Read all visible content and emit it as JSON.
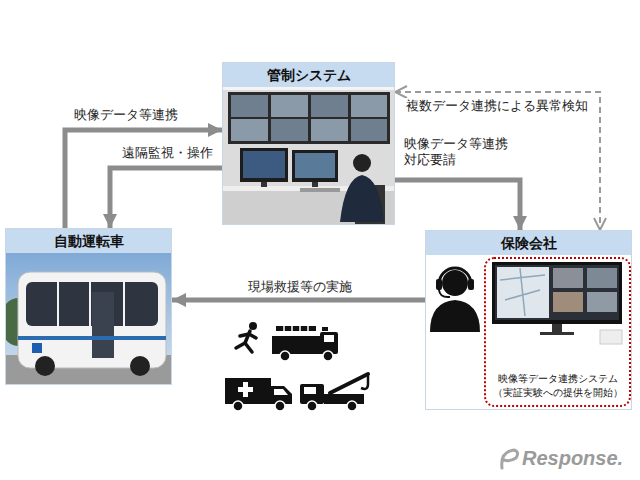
{
  "diagram": {
    "nodes": [
      {
        "text": [
          "管制システム"
        ]
      },
      {
        "text": [
          "自動運転車"
        ]
      },
      {
        "text": [
          "保険会社"
        ]
      },
      {
        "text": [
          "映像等データ連携システム （実証実験への提供を開始）"
        ],
        "in": 2
      }
    ],
    "edges": [
      {
        "from": 1,
        "to": 0,
        "label": "映像データ等連携",
        "arrow": "to"
      },
      {
        "from": 0,
        "to": 1,
        "label": "遠隔監視・操作",
        "arrow": "to"
      },
      {
        "from": 0,
        "to": 2,
        "label": "映像データ等連携 対応要請",
        "arrow": "to"
      },
      {
        "from": 2,
        "to": 1,
        "label": "現場救援等の実施",
        "arrow": "to"
      },
      {
        "from": 0,
        "to": 2,
        "label": "複数データ連携による異常検知",
        "arrow": "both"
      }
    ],
    "labels": [
      "Response."
    ]
  }
}
